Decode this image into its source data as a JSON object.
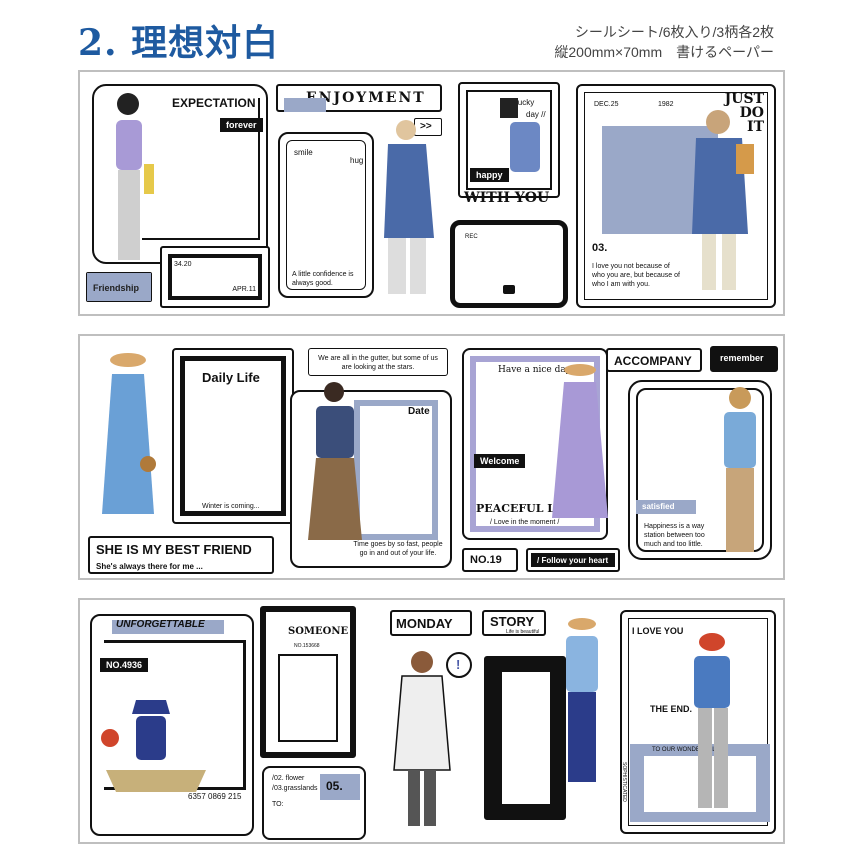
{
  "header": {
    "title": "2. 理想対白",
    "spec_line1": "シールシート/6枚入り/3柄各2枚",
    "spec_line2": "縦200mm×70mm　書けるペーパー"
  },
  "sheet1": {
    "expectation": "EXPECTATION",
    "forever": "forever",
    "friendship": "Friendship",
    "enjoyment": "ENJOYMENT",
    "arrows": ">>",
    "smile": "smile",
    "hug": "hug",
    "confidence": "A little confidence is always good.",
    "lucky": "lucky",
    "day": "day //",
    "happy": "happy",
    "with_you": "WITH YOU",
    "rec": "REC",
    "date_label": "DEC.25",
    "year": "1982",
    "just_do_it": "JUST DO IT",
    "num": "03.",
    "love_text": "I love you not because of who you are, but because of who I am with you.",
    "film_a": "34.20",
    "film_b": "APR.11"
  },
  "sheet2": {
    "daily_life": "Daily Life",
    "winter": "Winter is coming...",
    "gutter": "We are all in the gutter, but some of us are looking at the stars.",
    "date": "Date",
    "time_goes": "Time goes by so fast, people go in and out of your life.",
    "have_nice_day": "Have a nice day",
    "welcome": "Welcome",
    "peaceful": "PEACEFUL LOV",
    "love_moment": "/ Love in the moment /",
    "accompany": "ACCOMPANY",
    "remember": "remember",
    "satisfied": "satisfied",
    "happiness": "Happiness is a way station between too much and too little.",
    "best_friend": "SHE IS MY BEST FRIEND",
    "always_there": "She's always there for me ...",
    "no19": "NO.19",
    "follow": "/ Follow your heart"
  },
  "sheet3": {
    "unforgettable": "UNFORGETTABLE",
    "no4936": "NO.4936",
    "barcode": "6357 0869 215",
    "someone": "SOMEONE",
    "no_someone": "NO.153668",
    "monday": "MONDAY",
    "story": "STORY",
    "story_sub": "Life is beautiful",
    "flower": "/02. flower",
    "grasslands": "/03.grasslands",
    "to": "TO:",
    "n05": "05.",
    "i_love_you": "I LOVE YOU",
    "the_end": "THE END.",
    "to_our": "TO OUR WONDERFUL",
    "sophisticated": "SOPHISTICATED",
    "exclaim": "!"
  },
  "colors": {
    "title_blue": "#1e5aa0",
    "accent_blue": "#9aa8c8",
    "lavender": "#a8a4d4"
  }
}
